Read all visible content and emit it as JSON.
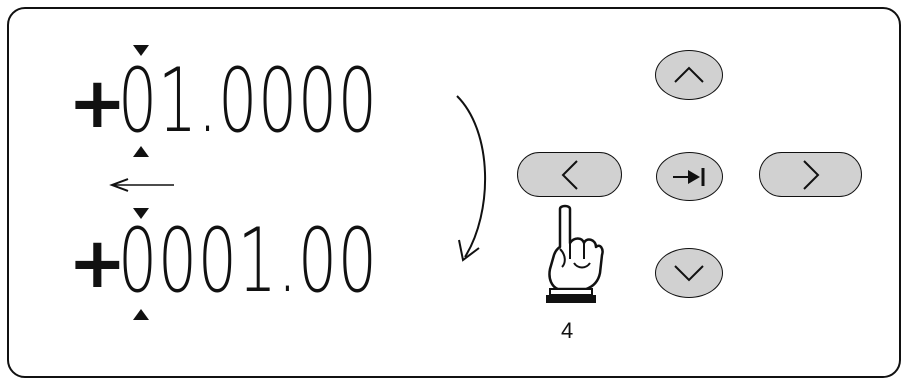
{
  "top_readout": {
    "sign": "+",
    "digits": "01.0000"
  },
  "bottom_readout": {
    "sign": "+",
    "digits": "0001.00"
  },
  "pointer_step": "4",
  "buttons": {
    "up": "chevron-up-icon",
    "left": "chevron-left-icon",
    "enter": "tab-enter-icon",
    "right": "chevron-right-icon",
    "down": "chevron-down-icon"
  },
  "colors": {
    "button_fill": "#d1d1d1",
    "ink": "#111111"
  }
}
